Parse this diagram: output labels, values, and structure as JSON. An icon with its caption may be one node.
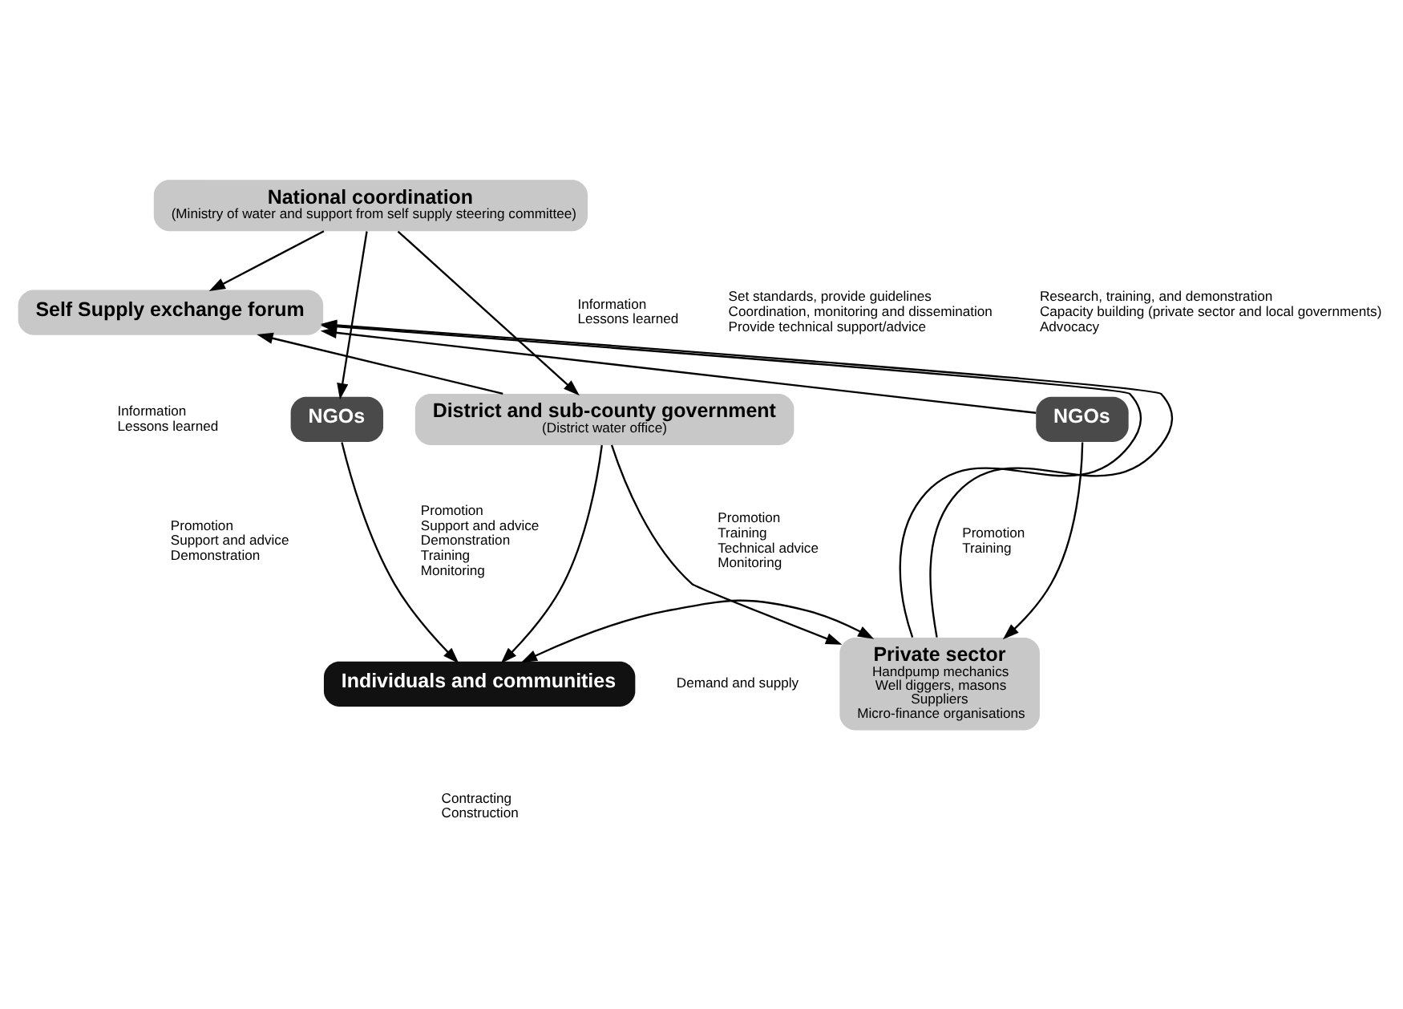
{
  "diagram": {
    "nodes": [
      {
        "text": [
          "National coordination",
          "(Ministry of water and support from self supply steering committee)"
        ]
      },
      {
        "text": [
          "Self Supply exchange forum"
        ]
      },
      {
        "text": [
          "NGOs"
        ]
      },
      {
        "text": [
          "District and sub-county government",
          "(District water office)"
        ]
      },
      {
        "text": [
          "NGOs"
        ]
      },
      {
        "text": [
          "Individuals and communities"
        ]
      },
      {
        "text": [
          "Private sector",
          "Handpump mechanics",
          "Well diggers, masons",
          "Suppliers",
          "Micro-finance organisations"
        ]
      }
    ],
    "edges": [
      {
        "from": 0,
        "to": 2,
        "arrow": "to"
      },
      {
        "from": 0,
        "to": 3,
        "arrow": "to"
      },
      {
        "from": 0,
        "to": 1,
        "arrow": "to"
      },
      {
        "from": 3,
        "to": 1,
        "arrow": "to"
      },
      {
        "from": 6,
        "to": 1,
        "arrow": "to"
      },
      {
        "from": 6,
        "to": 1,
        "arrow": "to"
      },
      {
        "from": 4,
        "to": 1,
        "arrow": "to"
      },
      {
        "from": 4,
        "to": 6,
        "arrow": "to"
      },
      {
        "from": 2,
        "to": 5,
        "arrow": "to"
      },
      {
        "from": 3,
        "to": 5,
        "arrow": "to"
      },
      {
        "from": 3,
        "to": 6,
        "arrow": "to"
      },
      {
        "from": 5,
        "to": 6,
        "arrow": "both"
      }
    ],
    "labels": [
      "Information",
      "Lessons learned",
      "Set standards, provide guidelines",
      "Coordination, monitoring and dissemination",
      "Provide technical support/advice",
      "Research, training, and demonstration",
      "Capacity building (private sector and local governments)",
      "Advocacy",
      "Information",
      "Lessons learned",
      "Promotion",
      "Support and advice",
      "Demonstration",
      "Promotion",
      "Support and advice",
      "Demonstration",
      "Training",
      "Monitoring",
      "Promotion",
      "Training",
      "Technical advice",
      "Monitoring",
      "Promotion",
      "Training",
      "Demand and supply",
      "Contracting",
      "Construction"
    ]
  }
}
